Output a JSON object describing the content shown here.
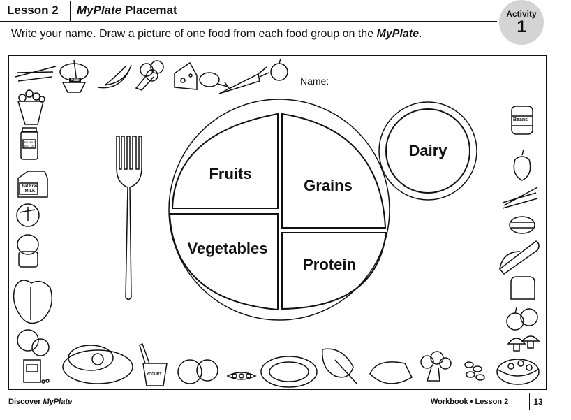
{
  "header": {
    "lesson": "Lesson 2",
    "title_italic": "MyPlate",
    "title_rest": " Placemat",
    "activity_label": "Activity",
    "activity_number": "1"
  },
  "instructions": {
    "text": "Write your name. Draw a picture of one food from each food group on the ",
    "bold": "MyPlate",
    "end": "."
  },
  "name_label": "Name:",
  "plate": {
    "fruits": "Fruits",
    "grains": "Grains",
    "vegetables": "Vegetables",
    "protein": "Protein",
    "dairy": "Dairy"
  },
  "icons": {
    "top": [
      "asparagus-icon",
      "rice-bowl-icon",
      "banana-icon",
      "broccoli-icon",
      "cheese-icon",
      "drumstick-icon",
      "carrot-icon",
      "apple-icon"
    ],
    "left": [
      "popcorn-icon",
      "peanut-butter-jar-icon",
      "milk-carton-icon",
      "tomato-slice-icon",
      "canned-fish-icon",
      "lettuce-icon",
      "orange-icon",
      "cereal-box-icon"
    ],
    "right": [
      "beans-can-icon",
      "bell-pepper-icon",
      "celery-icon",
      "burger-patty-icon",
      "corn-icon",
      "bread-icon",
      "plums-icon",
      "mushrooms-icon"
    ],
    "bottom": [
      "ham-icon",
      "yogurt-icon",
      "tomatoes-icon",
      "peapod-icon",
      "spaghetti-icon",
      "spinach-icon",
      "tortilla-wrap-icon",
      "cauliflower-icon",
      "lima-beans-icon",
      "fruit-salad-icon"
    ],
    "rice_label": "Rice",
    "beans_label": "Beans",
    "milk_label": "Fat Free MILK",
    "pb_label": "PEANUT BUTTER",
    "yogurt_label": "YOGURT"
  },
  "footer": {
    "left_plain": "Discover ",
    "left_italic": "MyPlate",
    "right": "Workbook • Lesson 2",
    "page": "13"
  }
}
